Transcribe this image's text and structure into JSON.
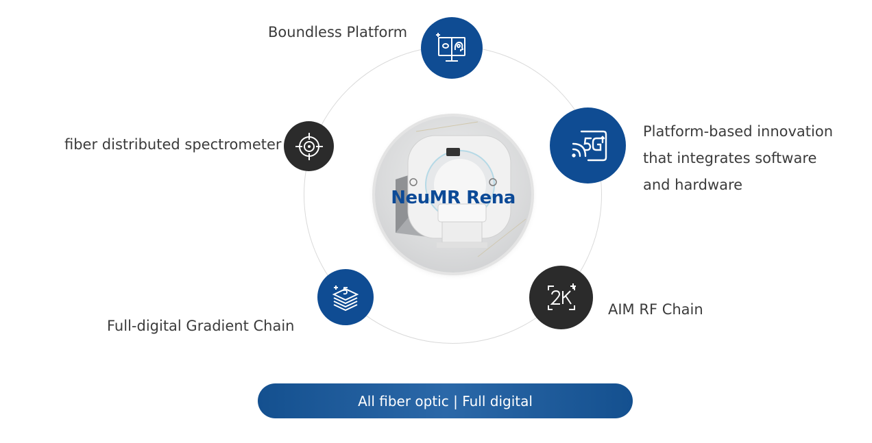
{
  "center": {
    "title": "NeuMR Rena",
    "image": "mri-scanner-image"
  },
  "nodes": [
    {
      "label": "Boundless Platform",
      "icon": "monitor-brain-icon",
      "color": "#0f4c93"
    },
    {
      "label_lines": [
        "Platform-based innovation",
        "that integrates software",
        "and hardware"
      ],
      "icon": "5g-signal-icon",
      "color": "#0f4c93"
    },
    {
      "label": "AIM RF Chain",
      "icon": "2k-resolution-icon",
      "color": "#2b2b2b"
    },
    {
      "label": "Full-digital Gradient Chain",
      "icon": "stacked-layers-5-icon",
      "color": "#0f4c93"
    },
    {
      "label": "fiber distributed spectrometer",
      "icon": "target-crosshair-icon",
      "color": "#2b2b2b"
    }
  ],
  "banner": {
    "text": "All fiber optic | Full digital"
  },
  "colors": {
    "accent_blue": "#0f4c93",
    "dark": "#2b2b2b",
    "title_blue": "#0c4a97"
  }
}
